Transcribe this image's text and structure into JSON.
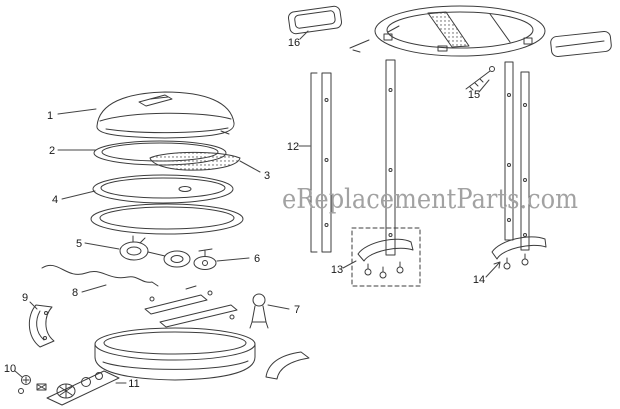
{
  "page": {
    "watermark": "eReplacementParts.com"
  },
  "callouts": {
    "c1": {
      "label": "1"
    },
    "c2": {
      "label": "2"
    },
    "c3": {
      "label": "3"
    },
    "c4": {
      "label": "4"
    },
    "c5": {
      "label": "5"
    },
    "c6": {
      "label": "6"
    },
    "c7": {
      "label": "7"
    },
    "c8": {
      "label": "8"
    },
    "c9": {
      "label": "9"
    },
    "c10": {
      "label": "10"
    },
    "c11": {
      "label": "11"
    },
    "c12": {
      "label": "12"
    },
    "c13": {
      "label": "13"
    },
    "c14": {
      "label": "14"
    },
    "c15": {
      "label": "15"
    },
    "c16": {
      "label": "16"
    }
  }
}
